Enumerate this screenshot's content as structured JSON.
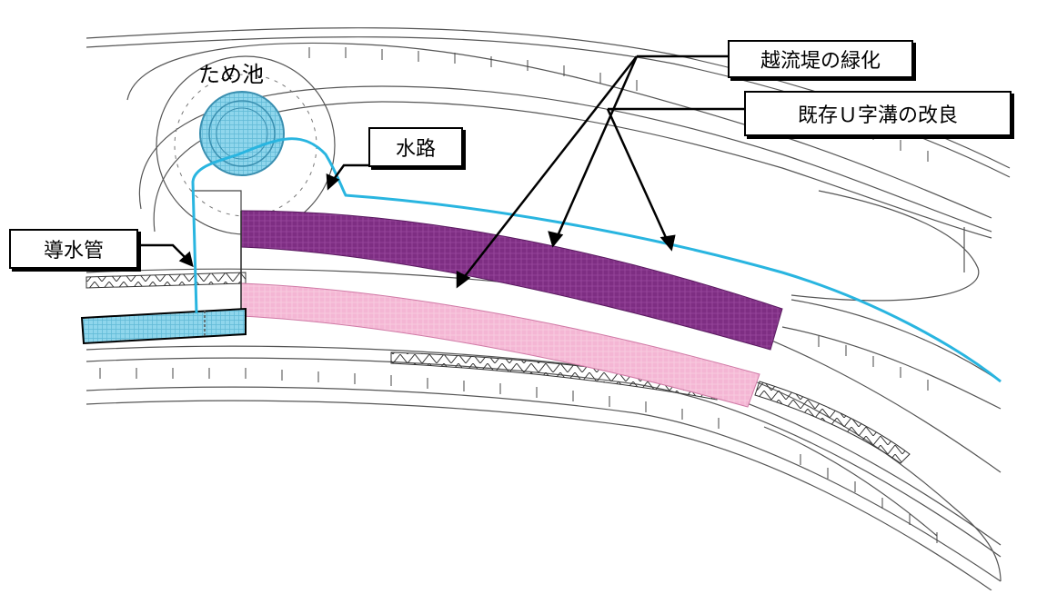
{
  "labels": {
    "pond": "ため池",
    "overflow_greening": "越流堤の緑化",
    "ditch_improvement": "既存Ｕ字溝の改良",
    "waterway": "水路",
    "conduit": "導水管"
  },
  "colors": {
    "waterway_line": "#29b5e0",
    "pond_fill": "#8fd6ec",
    "greening_dark": "#7e2e83",
    "greening_light": "#f4b6d4",
    "conduit_fill": "#8fd6ec",
    "linework": "#555555"
  }
}
